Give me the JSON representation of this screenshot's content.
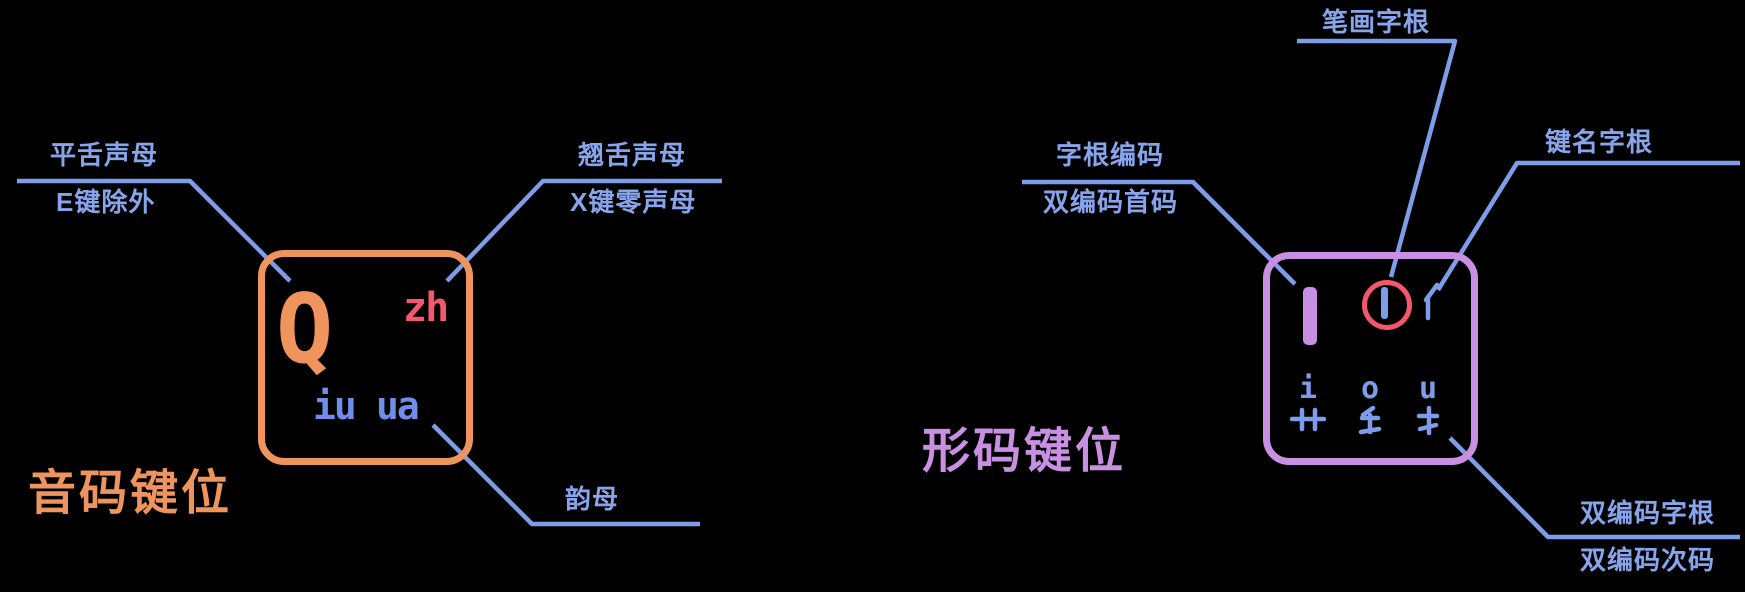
{
  "colors": {
    "background": "#000000",
    "phonetic_accent": "#f0945d",
    "retroflex_pink": "#f4586f",
    "shape_accent": "#c98fe3",
    "stroke_circle_red": "#f4566c",
    "label_blue": "#86a5ec",
    "line_blue": "#7d9de9",
    "key_letter_blue": "#6e8ee9"
  },
  "phonetic_diagram": {
    "title": "音码键位",
    "key": {
      "main_letter": "Q",
      "retroflex_initial": "zh",
      "final_1": "iu",
      "final_2": "ua"
    },
    "labels": {
      "top_left": {
        "line1": "平舌声母",
        "line2": "E键除外"
      },
      "top_right": {
        "line1": "翘舌声母",
        "line2": "X键零声母"
      },
      "bottom_right": {
        "line1": "韵母"
      }
    }
  },
  "shape_diagram": {
    "title": "形码键位",
    "key": {
      "main_radical": "丨",
      "circled_stroke_radical": "丨",
      "key_name_radical": "亻",
      "dual_coded": [
        {
          "code": "i",
          "radical": "艹"
        },
        {
          "code": "o",
          "radical": "钅"
        },
        {
          "code": "u",
          "radical": "扌"
        }
      ]
    },
    "labels": {
      "left": {
        "line1": "字根编码",
        "line2": "双编码首码"
      },
      "top": {
        "line1": "笔画字根"
      },
      "right": {
        "line1": "键名字根"
      },
      "bottom_right": {
        "line1": "双编码字根",
        "line2": "双编码次码"
      }
    }
  }
}
